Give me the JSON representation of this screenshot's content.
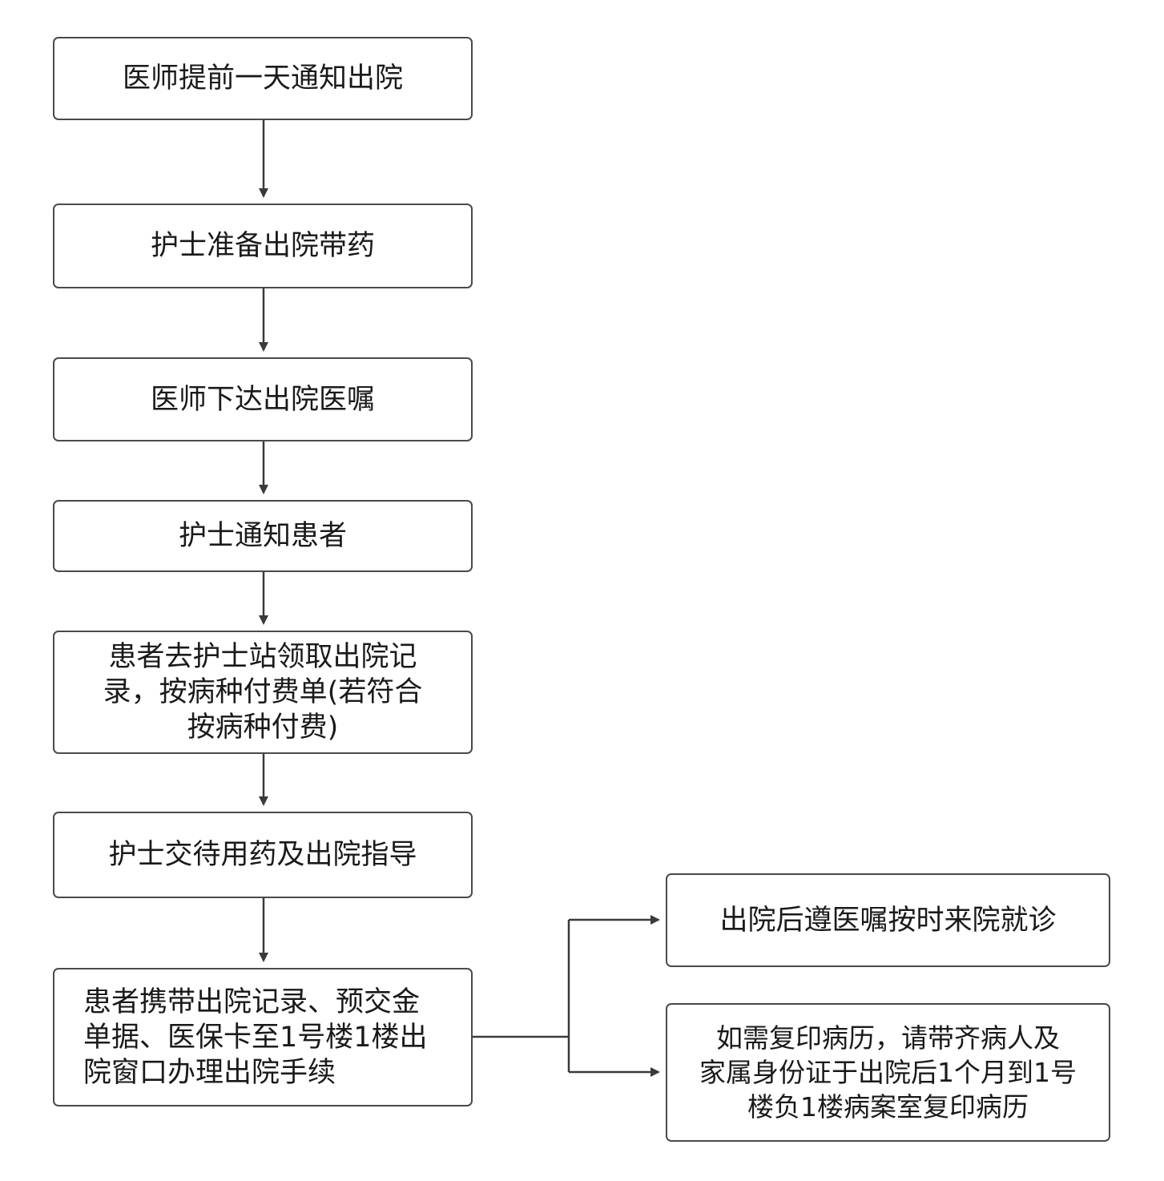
{
  "flowchart": {
    "steps": [
      {
        "label": "医师提前一天通知出院"
      },
      {
        "label": "护士准备出院带药"
      },
      {
        "label": "医师下达出院医嘱"
      },
      {
        "label": "护士通知患者"
      },
      {
        "label": "患者去护士站领取出院记\n录，按病种付费单(若符合\n按病种付费)"
      },
      {
        "label": "护士交待用药及出院指导"
      },
      {
        "label": "患者携带出院记录、预交金\n单据、医保卡至1号楼1楼出\n院窗口办理出院手续"
      }
    ],
    "branches": [
      {
        "label": "出院后遵医嘱按时来院就诊"
      },
      {
        "label": "如需复印病历，请带齐病人及\n家属身份证于出院后1个月到1号\n楼负1楼病案室复印病历"
      }
    ]
  },
  "colors": {
    "stroke": "#4a4a4a",
    "fill": "#ffffff",
    "text": "#1a1a1a"
  }
}
